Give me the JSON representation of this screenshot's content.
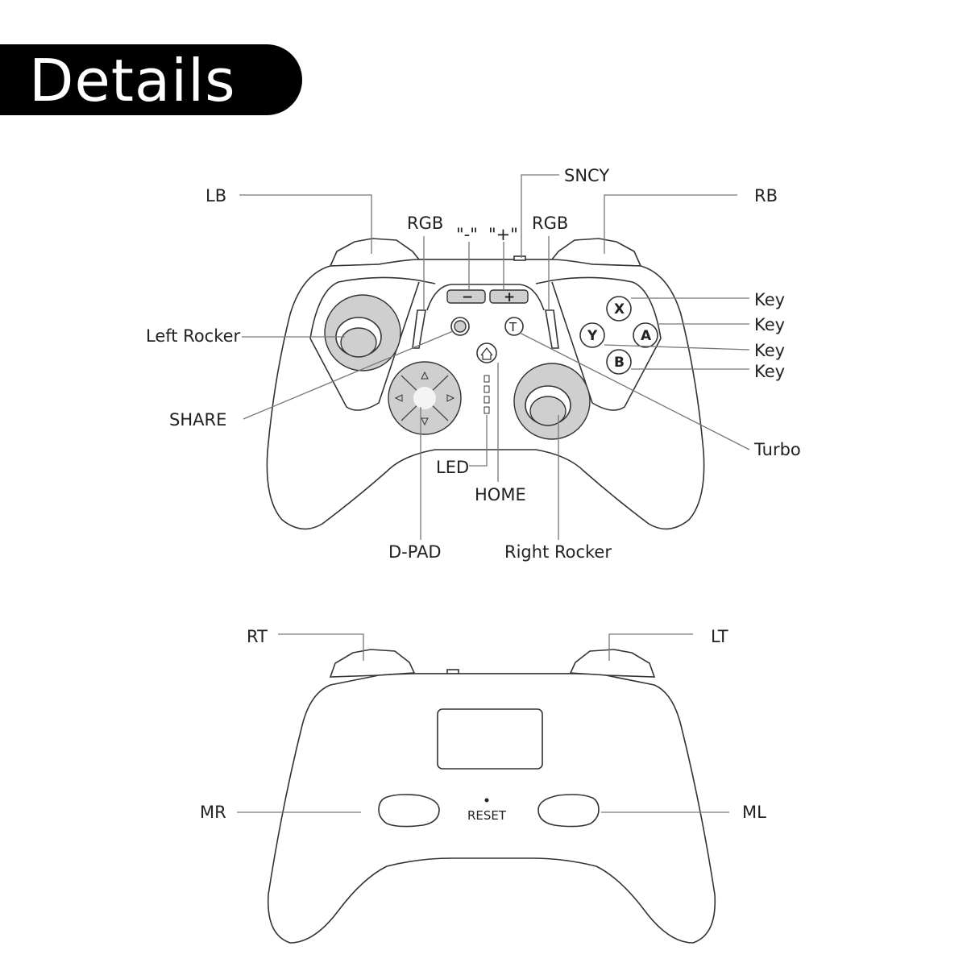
{
  "header": {
    "title": "Details"
  },
  "front_labels": {
    "lb": "LB",
    "rb": "RB",
    "sncy": "SNCY",
    "rgb_left": "RGB",
    "rgb_right": "RGB",
    "minus": "\"-\"",
    "plus": "\"+\"",
    "left_rocker": "Left Rocker",
    "share": "SHARE",
    "key_x": "Key",
    "key_a": "Key",
    "key_y": "Key",
    "key_b": "Key",
    "turbo": "Turbo",
    "led": "LED",
    "home": "HOME",
    "dpad": "D-PAD",
    "right_rocker": "Right Rocker"
  },
  "face_buttons": {
    "x": "X",
    "y": "Y",
    "a": "A",
    "b": "B",
    "turbo_glyph": "T"
  },
  "small_buttons": {
    "minus_glyph": "−",
    "plus_glyph": "+"
  },
  "back_labels": {
    "rt": "RT",
    "lt": "LT",
    "mr": "MR",
    "ml": "ML",
    "reset": "RESET"
  }
}
